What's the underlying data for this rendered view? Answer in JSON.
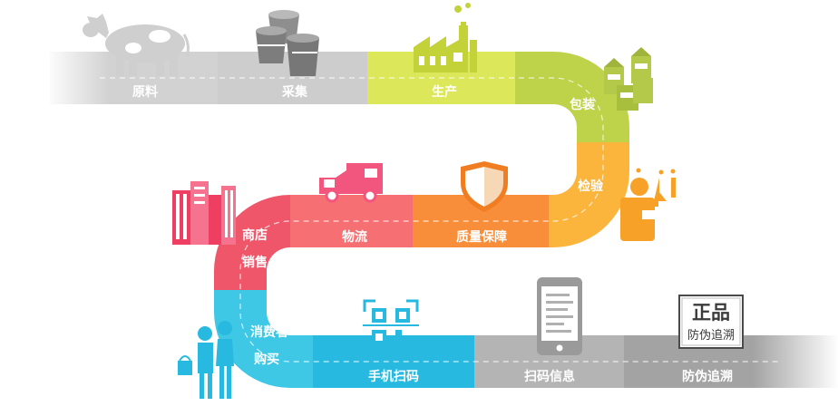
{
  "steps": [
    {
      "label": "原料",
      "color": "#d2d2d2"
    },
    {
      "label": "采集",
      "color": "#cdcdcd"
    },
    {
      "label": "生产",
      "color": "#dce85a"
    },
    {
      "label": "包装",
      "color": "#bed24a"
    },
    {
      "label": "检验",
      "color": "#fbb43c"
    },
    {
      "label": "质量保障",
      "color": "#f98e3a"
    },
    {
      "label": "物流",
      "color": "#f66f72"
    },
    {
      "label": "商店",
      "label2": "销售",
      "color": "#f0566a"
    },
    {
      "label": "消费者",
      "label2": "购买",
      "color": "#3ec8e6"
    },
    {
      "label": "手机扫码",
      "color": "#27b9df"
    },
    {
      "label": "扫码信息",
      "color": "#b4b4b4"
    },
    {
      "label": "防伪追溯",
      "color": "#a3a3a3"
    }
  ],
  "seal": {
    "line1": "正品",
    "line2": "防伪追溯"
  },
  "icons": [
    "cow-icon",
    "milk-buckets-icon",
    "factory-icon",
    "milk-cartons-icon",
    "lab-tech-icon",
    "shield-icon",
    "delivery-truck-icon",
    "store-buildings-icon",
    "shoppers-icon",
    "qr-code-icon",
    "smartphone-icon",
    "authentic-seal-icon"
  ]
}
